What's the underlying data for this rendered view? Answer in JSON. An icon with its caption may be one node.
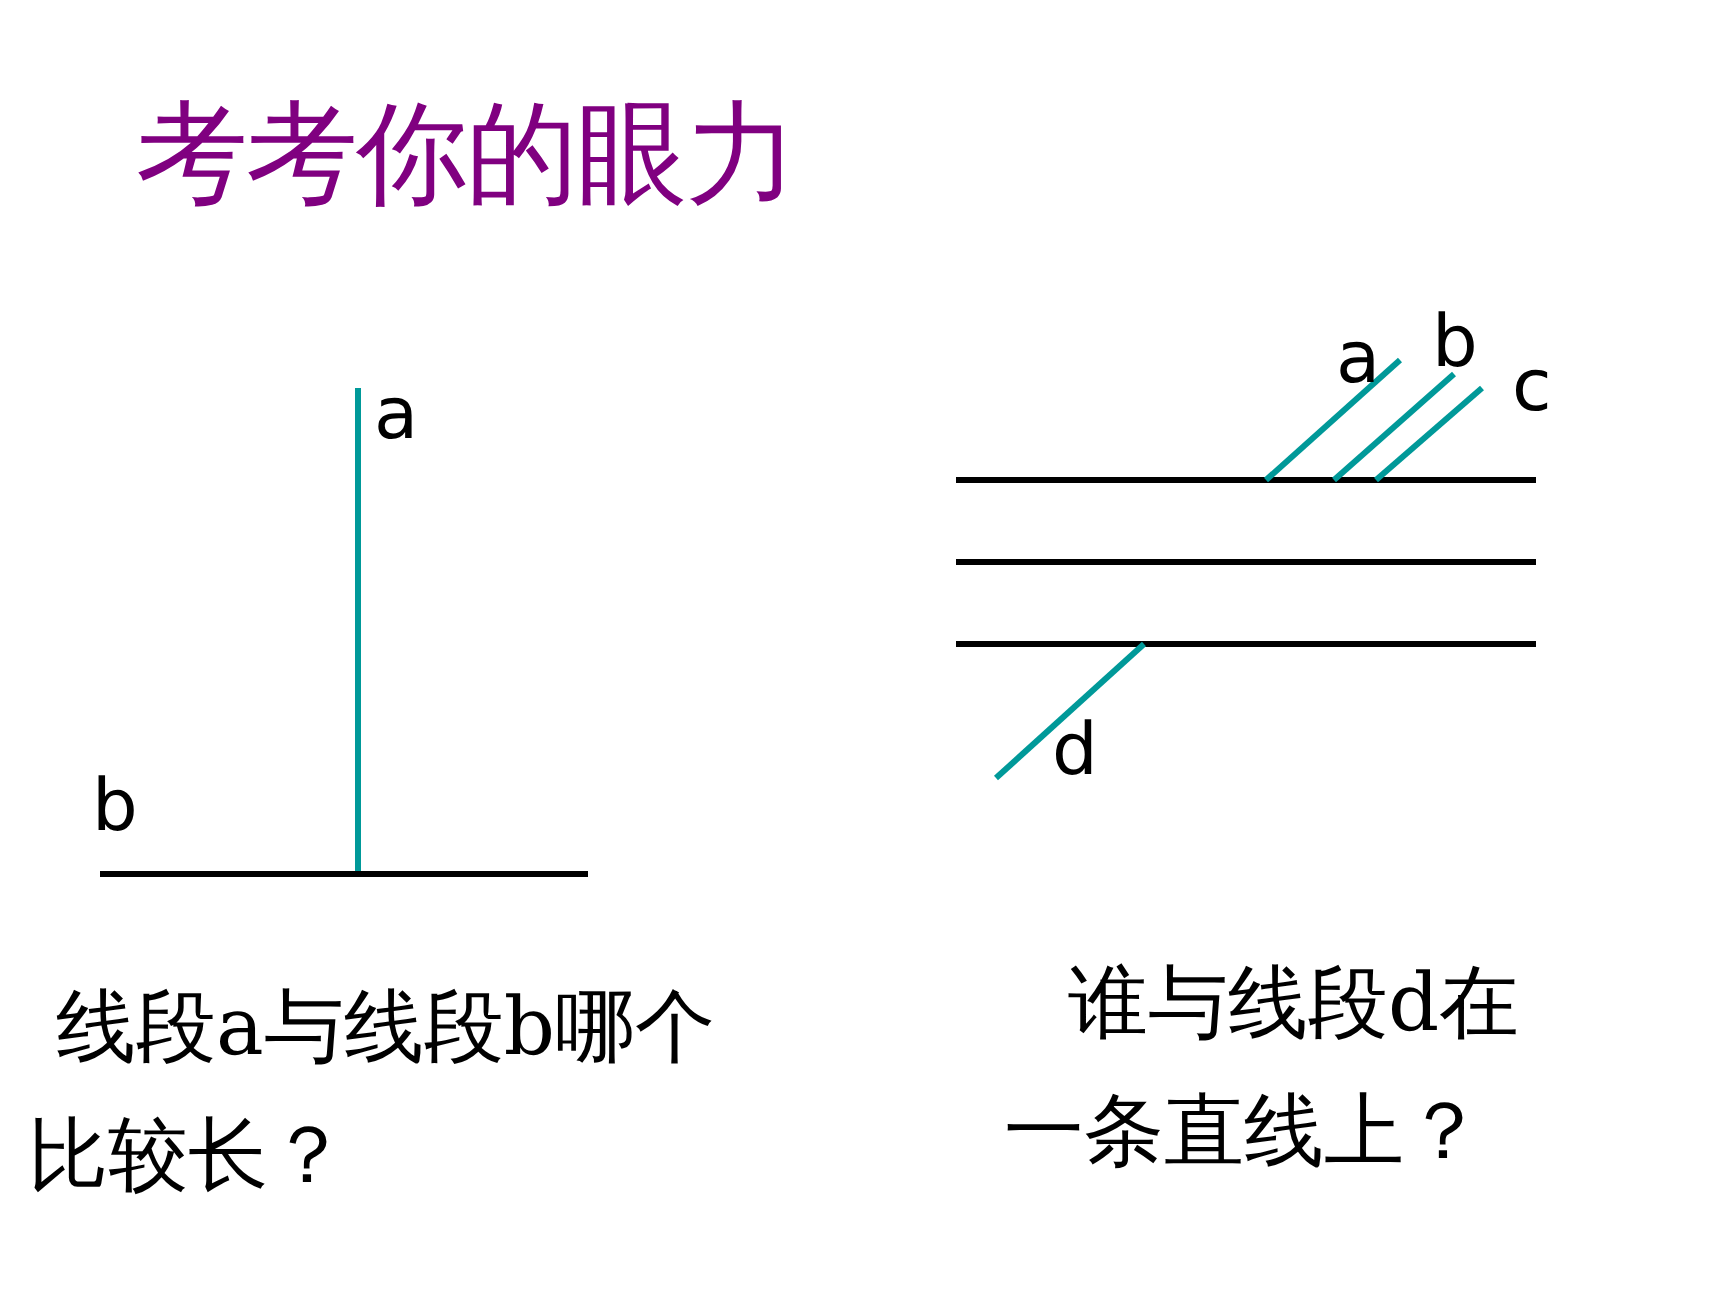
{
  "diagram": {
    "title": "考考你的眼力",
    "labels": [
      "a",
      "b",
      "a",
      "b",
      "c",
      "d",
      "线段a与线段b哪个比较长？",
      "谁与线段d在一条直线上？"
    ]
  }
}
